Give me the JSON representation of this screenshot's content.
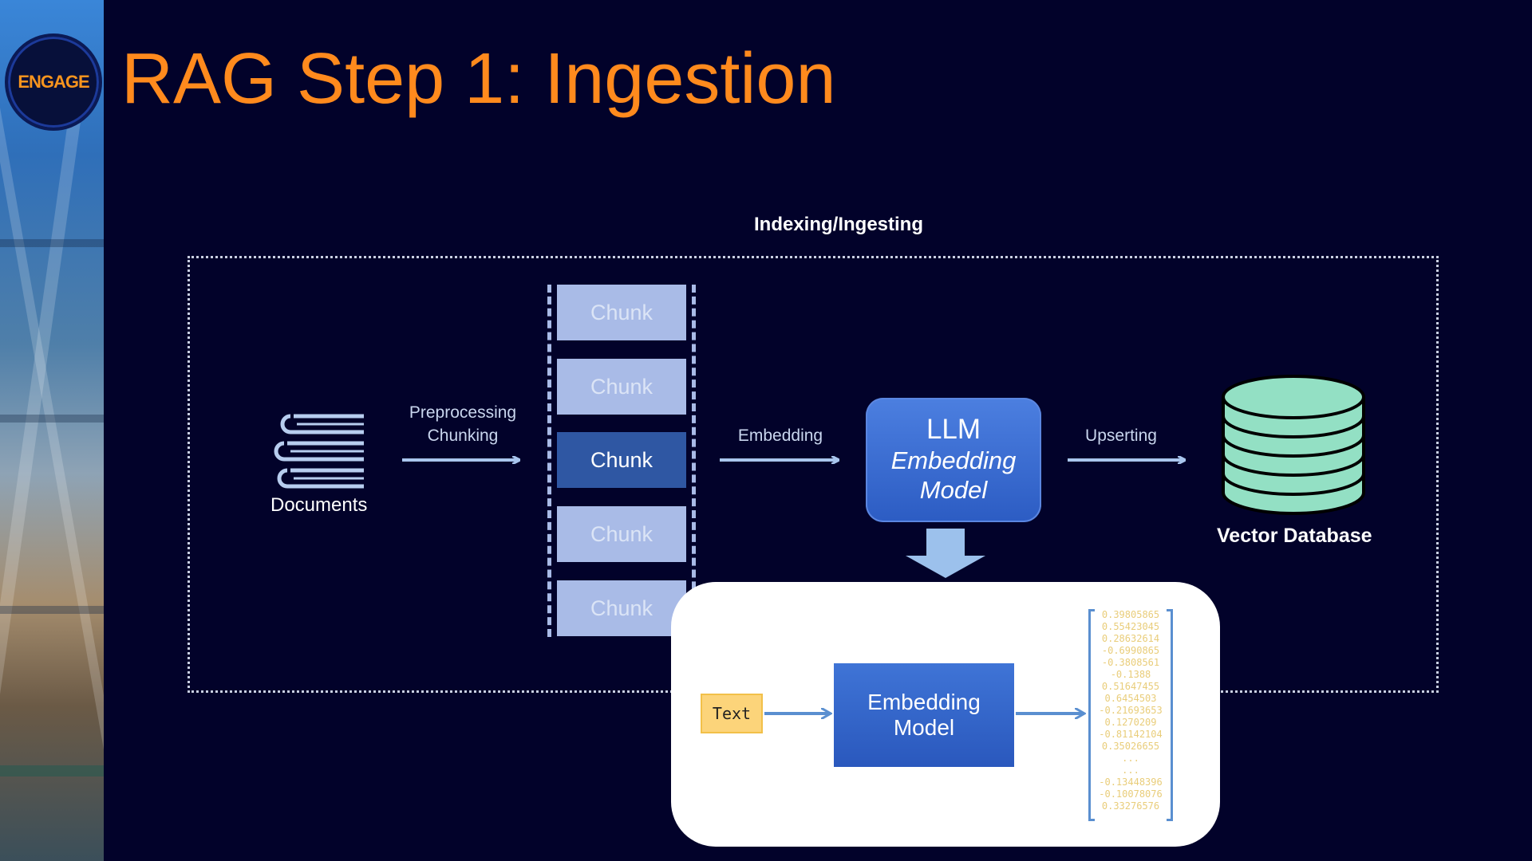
{
  "slide": {
    "title": "RAG Step 1: Ingestion",
    "logo_text": "ENGAGE"
  },
  "diagram": {
    "section_label": "Indexing/Ingesting",
    "documents_label": "Documents",
    "preprocessing_label_1": "Preprocessing",
    "preprocessing_label_2": "Chunking",
    "chunks": [
      "Chunk",
      "Chunk",
      "Chunk",
      "Chunk",
      "Chunk"
    ],
    "embedding_edge_label": "Embedding",
    "llm_line1": "LLM",
    "llm_line2": "Embedding",
    "llm_line3": "Model",
    "upserting_label": "Upserting",
    "vector_db_label": "Vector Database"
  },
  "detail": {
    "text_chip": "Text",
    "embedding_line1": "Embedding",
    "embedding_line2": "Model",
    "vector_values": [
      "0.39805865",
      "0.55423045",
      "0.28632614",
      "-0.6990865",
      "-0.3808561",
      "-0.1388",
      "0.51647455",
      "0.6454503",
      "-0.21693653",
      "0.1270209",
      "-0.81142104",
      "0.35026655",
      "...",
      "...",
      "-0.13448396",
      "-0.10078076",
      "0.33276576"
    ]
  },
  "colors": {
    "background": "#02022a",
    "title": "#ff8a1d",
    "chunk_light": "#a9bbe7",
    "chunk_active": "#2f57a3",
    "database": "#93e0c4"
  }
}
